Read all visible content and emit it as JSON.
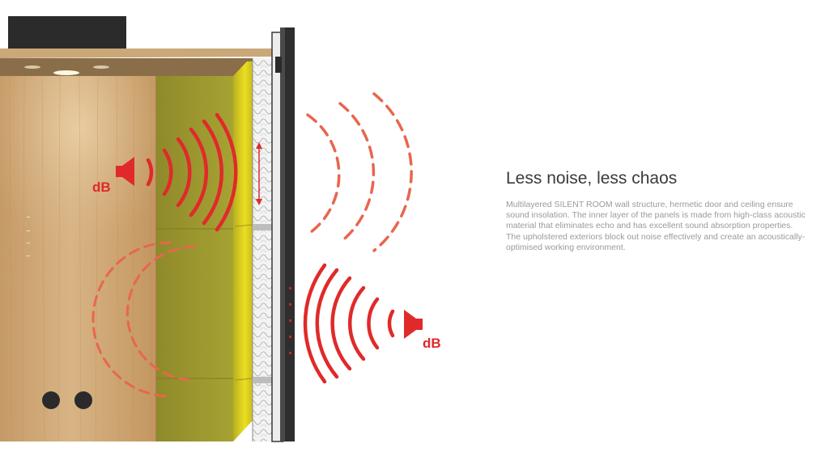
{
  "section": {
    "heading": "Less noise, less chaos",
    "description": "Multilayered SILENT ROOM wall structure, hermetic door and ceiling ensure sound insolation. The inner layer of the panels is made from high-class acoustic material that eliminates echo and has excellent sound absorption properties. The upholstered exteriors block out noise effectively and create an acoustically-optimised working environment."
  },
  "illustration": {
    "inside_label": "dB",
    "outside_label": "dB"
  },
  "colors": {
    "wave_solid": "#e02a2a",
    "wave_dashed": "#e8664f",
    "wood": "#c9a170",
    "felt": "#a6a12e",
    "felt_highlight": "#e0d321",
    "frame": "#3a3a3a"
  },
  "icons": {
    "inside": "speaker-icon",
    "outside": "speaker-icon"
  }
}
